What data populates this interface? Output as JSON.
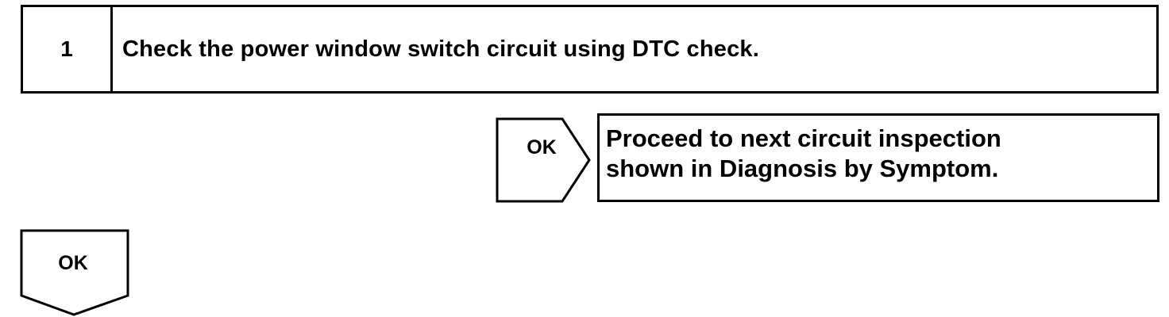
{
  "step": {
    "number": "1",
    "text": "Check the power window switch circuit using DTC check."
  },
  "ok_right": {
    "label": "OK"
  },
  "result": {
    "line1": "Proceed to next circuit inspection",
    "line2": "shown in Diagnosis by Symptom."
  },
  "ok_down": {
    "label": "OK"
  }
}
